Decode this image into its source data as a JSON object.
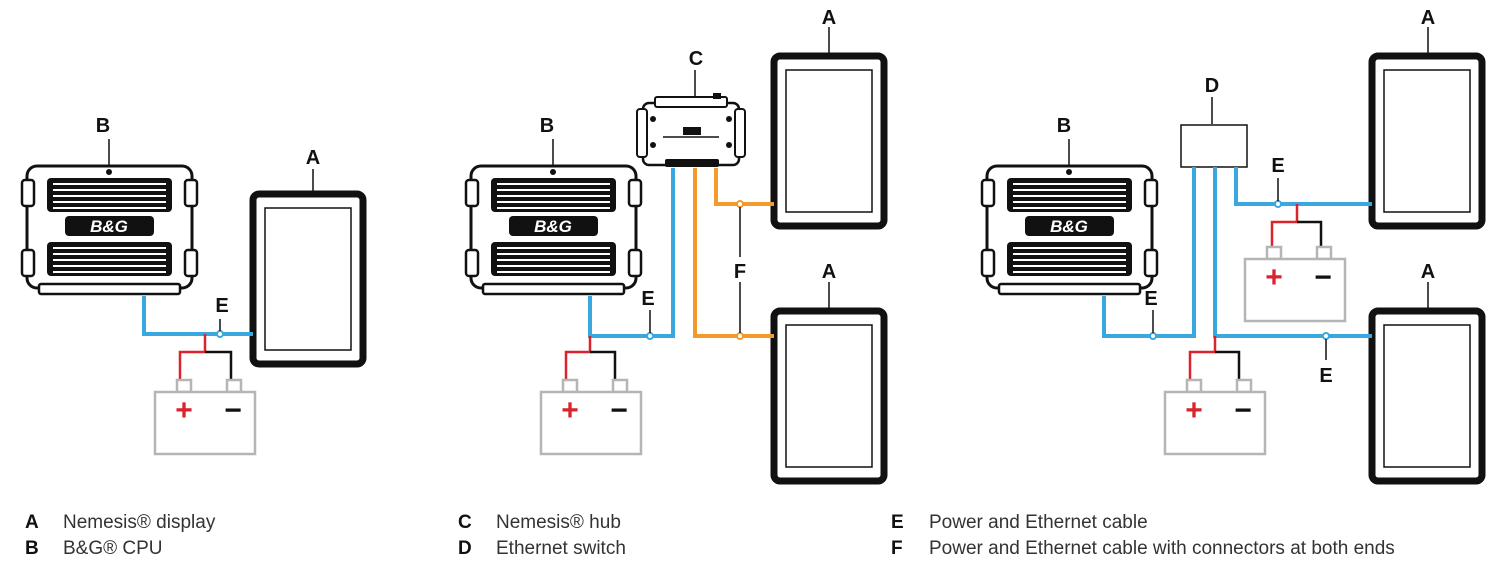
{
  "callouts": {
    "a": "A",
    "b": "B",
    "c": "C",
    "d": "D",
    "e": "E",
    "f": "F"
  },
  "cpu_logo": "B&G",
  "battery": {
    "plus": "+",
    "minus": "−"
  },
  "legend": [
    {
      "key": "A",
      "text": "Nemesis® display"
    },
    {
      "key": "B",
      "text": "B&G® CPU"
    },
    {
      "key": "C",
      "text": "Nemesis® hub"
    },
    {
      "key": "D",
      "text": "Ethernet switch"
    },
    {
      "key": "E",
      "text": "Power and Ethernet cable"
    },
    {
      "key": "F",
      "text": "Power and Ethernet cable with connectors at both ends"
    }
  ],
  "colors": {
    "ethernet_power_cable": "#3aa8e0",
    "connector_cable": "#f39a2b",
    "positive_wire": "#d9232d",
    "negative_wire": "#111111",
    "battery_outline": "#b5b5b5"
  }
}
